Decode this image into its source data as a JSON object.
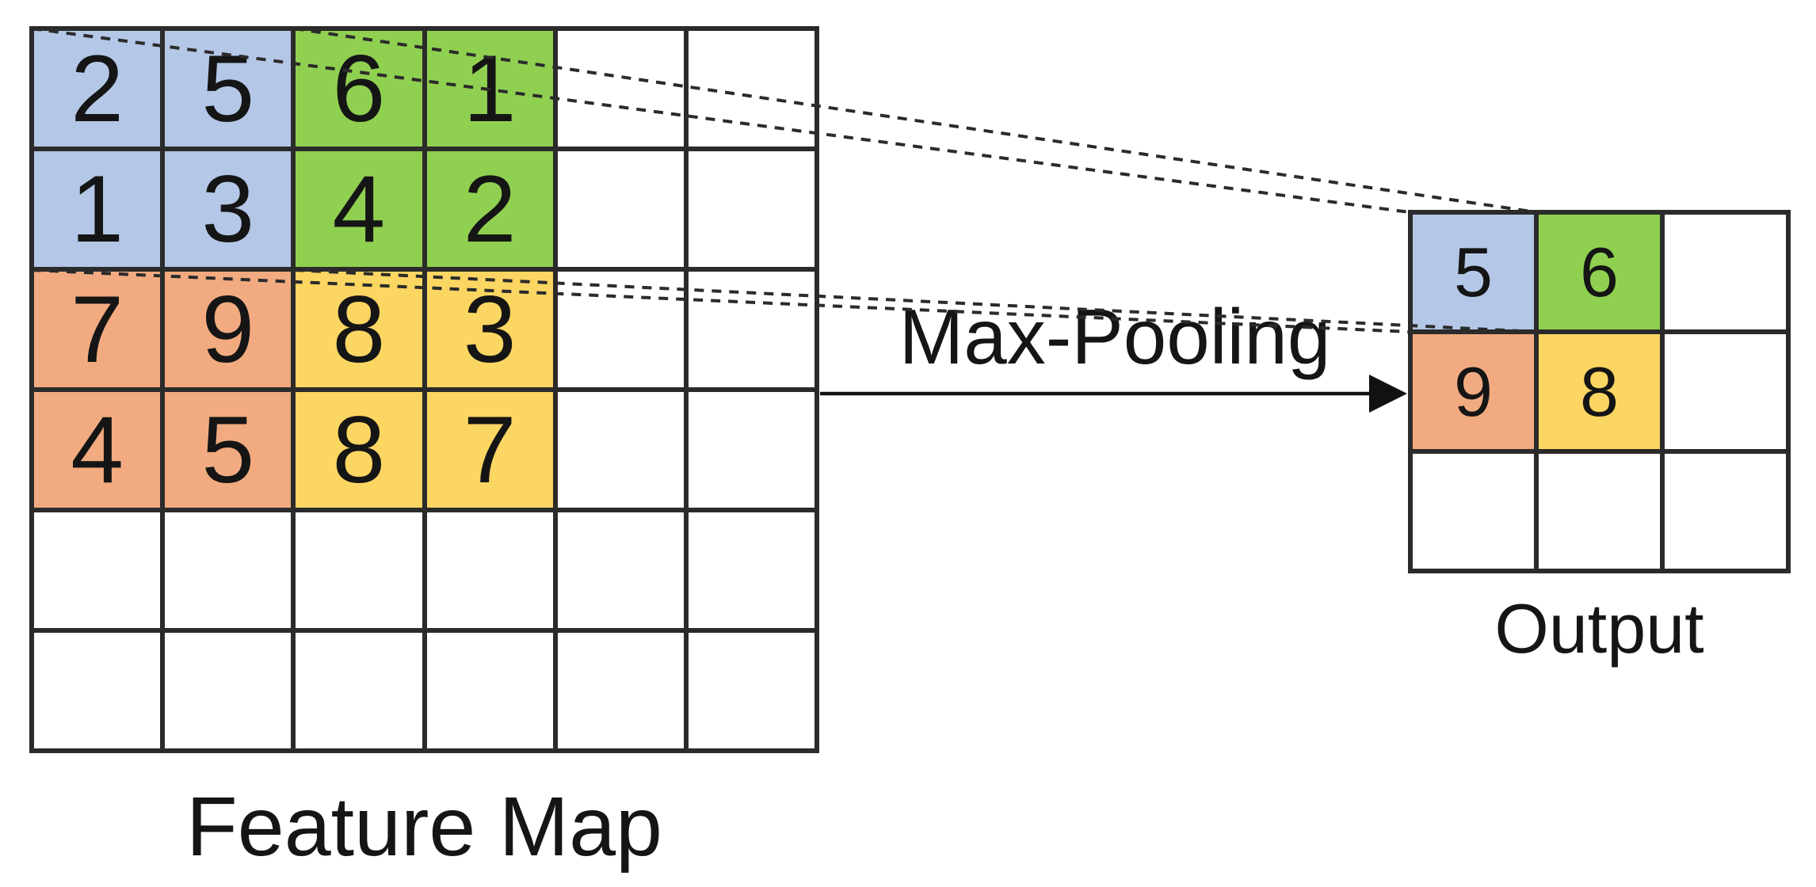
{
  "colors": {
    "blue": "#b4c7e7",
    "green": "#90d050",
    "orange": "#f2ab80",
    "yellow": "#fcd662",
    "line": "#2b2b2b",
    "text": "#151515",
    "background": "#ffffff"
  },
  "feature_map": {
    "label": "Feature Map",
    "rows": 6,
    "cols": 6,
    "cells": [
      {
        "value": "2",
        "color": "blue"
      },
      {
        "value": "5",
        "color": "blue"
      },
      {
        "value": "6",
        "color": "green"
      },
      {
        "value": "1",
        "color": "green"
      },
      {
        "value": "",
        "color": null
      },
      {
        "value": "",
        "color": null
      },
      {
        "value": "1",
        "color": "blue"
      },
      {
        "value": "3",
        "color": "blue"
      },
      {
        "value": "4",
        "color": "green"
      },
      {
        "value": "2",
        "color": "green"
      },
      {
        "value": "",
        "color": null
      },
      {
        "value": "",
        "color": null
      },
      {
        "value": "7",
        "color": "orange"
      },
      {
        "value": "9",
        "color": "orange"
      },
      {
        "value": "8",
        "color": "yellow"
      },
      {
        "value": "3",
        "color": "yellow"
      },
      {
        "value": "",
        "color": null
      },
      {
        "value": "",
        "color": null
      },
      {
        "value": "4",
        "color": "orange"
      },
      {
        "value": "5",
        "color": "orange"
      },
      {
        "value": "8",
        "color": "yellow"
      },
      {
        "value": "7",
        "color": "yellow"
      },
      {
        "value": "",
        "color": null
      },
      {
        "value": "",
        "color": null
      },
      {
        "value": "",
        "color": null
      },
      {
        "value": "",
        "color": null
      },
      {
        "value": "",
        "color": null
      },
      {
        "value": "",
        "color": null
      },
      {
        "value": "",
        "color": null
      },
      {
        "value": "",
        "color": null
      },
      {
        "value": "",
        "color": null
      },
      {
        "value": "",
        "color": null
      },
      {
        "value": "",
        "color": null
      },
      {
        "value": "",
        "color": null
      },
      {
        "value": "",
        "color": null
      },
      {
        "value": "",
        "color": null
      }
    ]
  },
  "output": {
    "label": "Output",
    "rows": 3,
    "cols": 3,
    "cells": [
      {
        "value": "5",
        "color": "blue"
      },
      {
        "value": "6",
        "color": "green"
      },
      {
        "value": "",
        "color": null
      },
      {
        "value": "9",
        "color": "orange"
      },
      {
        "value": "8",
        "color": "yellow"
      },
      {
        "value": "",
        "color": null
      },
      {
        "value": "",
        "color": null
      },
      {
        "value": "",
        "color": null
      },
      {
        "value": "",
        "color": null
      }
    ]
  },
  "operation": {
    "label": "Max-Pooling"
  }
}
